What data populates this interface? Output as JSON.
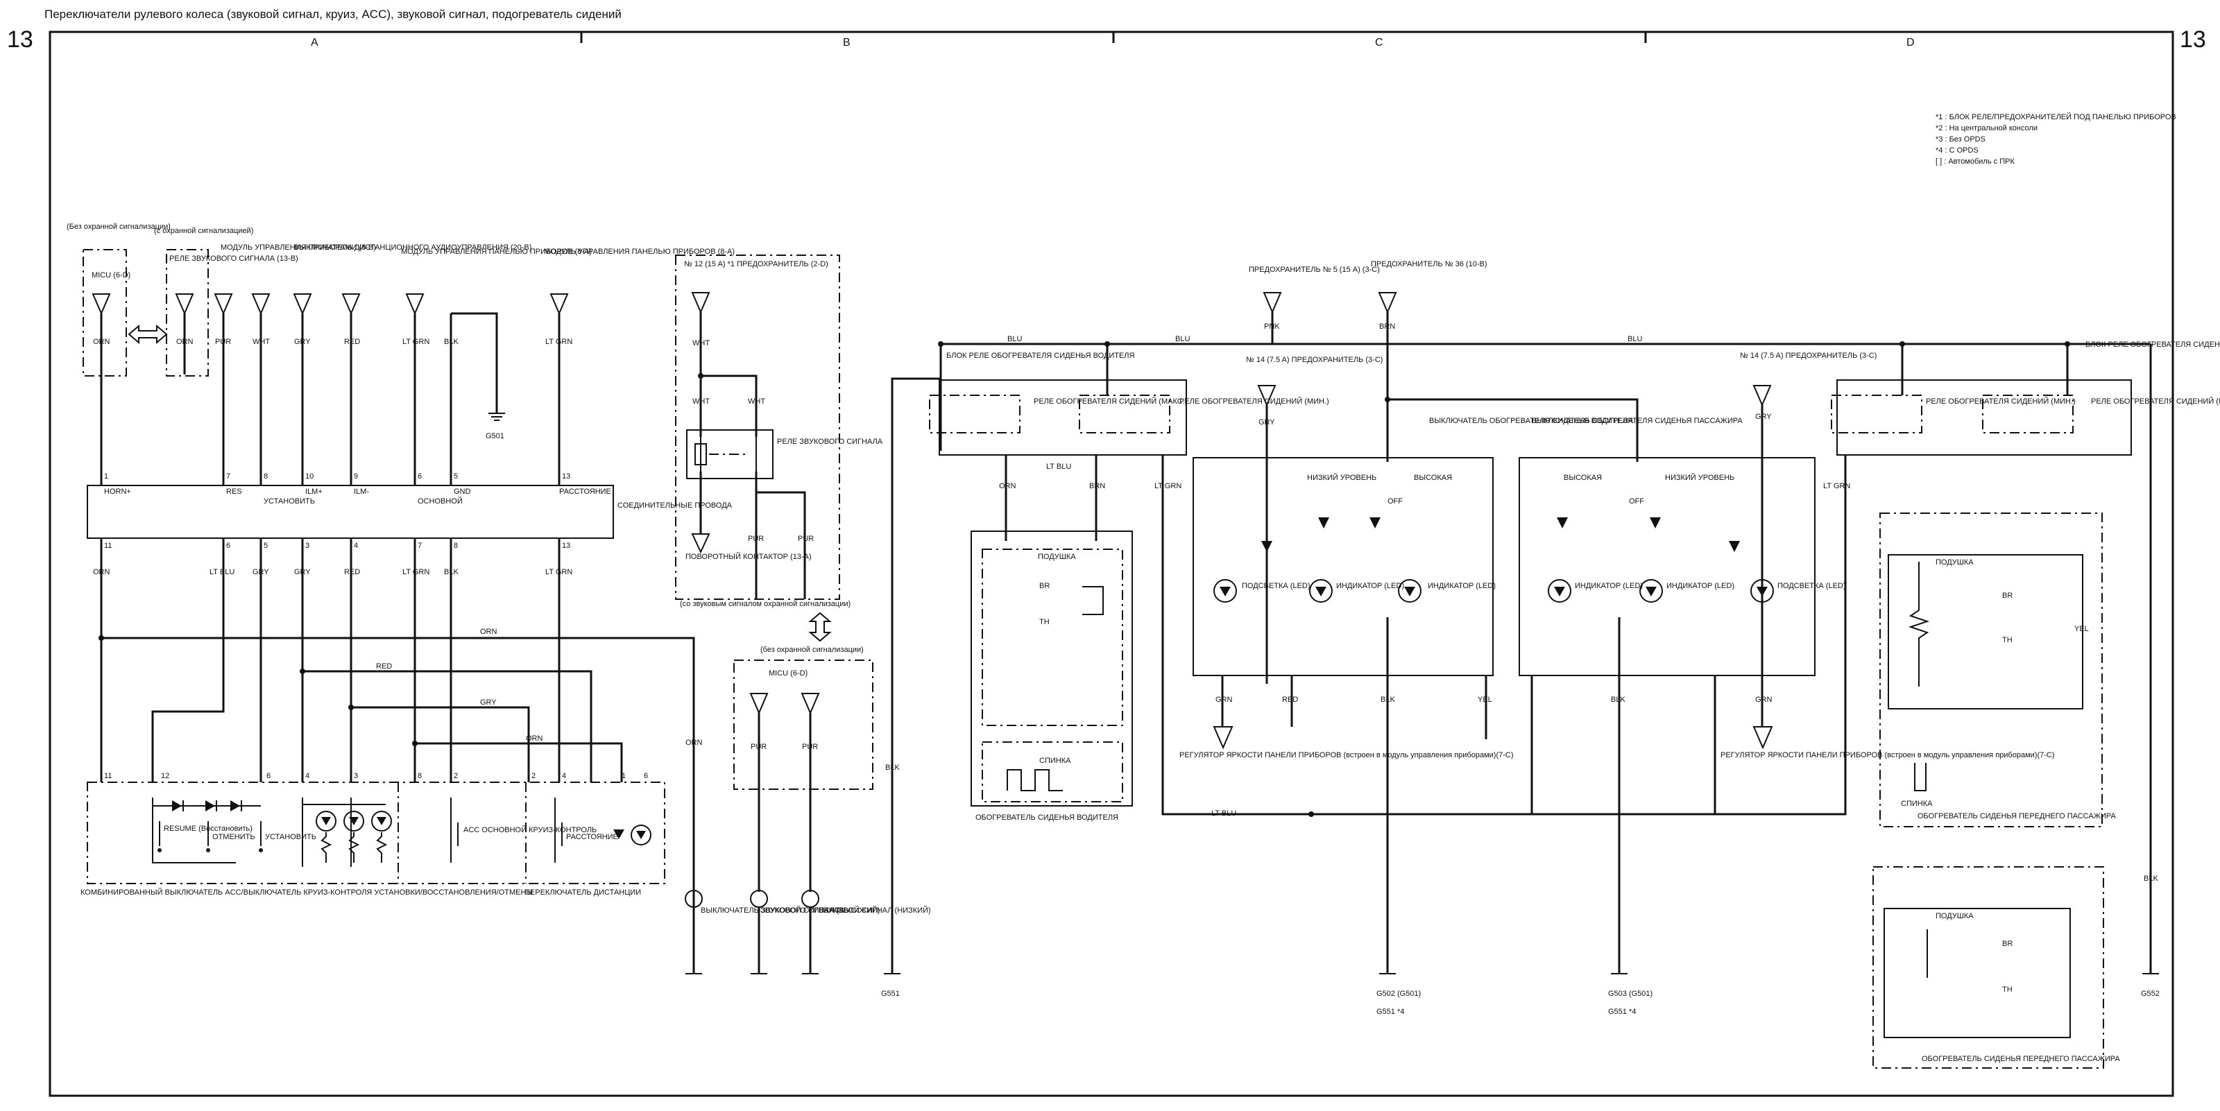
{
  "page": {
    "title": "Переключатели рулевого колеса (звуковой сигнал, круиз, ACC), звуковой сигнал, подогреватель сидений",
    "page_number": "13",
    "columns": [
      "A",
      "B",
      "C",
      "D"
    ]
  },
  "notes": [
    "*1 : БЛОК РЕЛЕ/ПРЕДОХРАНИТЕЛЕЙ ПОД ПАНЕЛЬЮ ПРИБОРОВ",
    "*2 : На центральной консоли",
    "*3 : Без OPDS",
    "*4 : С OPDS",
    "[ ] : Автомобиль с ПРК"
  ],
  "top_left": {
    "label_no_alarm": "(Без охранной сигнализации)",
    "label_with_alarm": "(с охранной сигнализацией)",
    "mcl": "MICU (6-D)",
    "horn_relay": "РЕЛЕ ЗВУКОВОГО СИГНАЛА (13-B)",
    "gauge_module": "МОДУЛЬ УПРАВЛЕНИЯ ПРИБОРАМИ (8-B)",
    "audio_remote": "ВЫКЛЮЧАТЕЛЬ ДИСТАНЦИОННОГО АУДИОУПРАВЛЕНИЯ (20-B)",
    "gauge_module_2": "МОДУЛЬ УПРАВЛЕНИЯ ПАНЕЛЬЮ ПРИБОРОВ (8-A)",
    "gauge_module_3": "МОДУЛЬ УПРАВЛЕНИЯ ПАНЕЛЬЮ ПРИБОРОВ (8-A)",
    "g501": "G501"
  },
  "connector": {
    "label": "СОЕДИНИТЕЛЬНЫЕ ПРОВОДА",
    "top_pins": [
      {
        "pin": "1",
        "name": "HORN+"
      },
      {
        "pin": "7",
        "name": "RES"
      },
      {
        "pin": "8",
        "name": "УСТАНОВИТЬ"
      },
      {
        "pin": "10",
        "name": "ILM+"
      },
      {
        "pin": "9",
        "name": "ILM-"
      },
      {
        "pin": "6",
        "name": "ОСНОВНОЙ"
      },
      {
        "pin": "5",
        "name": "GND"
      },
      {
        "pin": "13",
        "name": "РАССТОЯНИЕ"
      }
    ],
    "bottom_pins": [
      "11",
      "6",
      "5",
      "3",
      "4",
      "7",
      "8",
      "13"
    ]
  },
  "wires_left": {
    "top": [
      "ORN",
      "ORN",
      "PUR",
      "WHT",
      "GRY",
      "RED",
      "LT GRN",
      "BLK",
      "LT GRN"
    ],
    "bottom": [
      "ORN",
      "LT BLU",
      "GRY",
      "GRY",
      "RED",
      "LT GRN",
      "BLK",
      "LT GRN"
    ],
    "buses": [
      "ORN",
      "RED",
      "GRY",
      "ORN"
    ]
  },
  "cruise_switch": {
    "label": "КОМБИНИРОВАННЫЙ ВЫКЛЮЧАТЕЛЬ ACC/ВЫКЛЮЧАТЕЛЬ КРУИЗ-КОНТРОЛЯ УСТАНОВКИ/ВОССТАНОВЛЕНИЯ/ОТМЕНЫ",
    "resume": "RESUME (Восстановить)",
    "cancel": "ОТМЕНИТЬ",
    "set": "УСТАНОВИТЬ",
    "acc_main": "ACC ОСНОВНОЙ КРУИЗ-КОНТРОЛЬ",
    "distance": "РАССТОЯНИЕ",
    "distance_switch": "ПЕРЕКЛЮЧАТЕЛЬ ДИСТАНЦИИ",
    "pins": [
      "11",
      "12",
      "6",
      "4",
      "3",
      "8",
      "2",
      "2",
      "4",
      "1",
      "6"
    ]
  },
  "horn_section": {
    "fuse12": "№ 12 (15 A) *1 ПРЕДОХРАНИТЕЛЬ (2-D)",
    "horn_relay": "РЕЛЕ ЗВУКОВОГО СИГНАЛА",
    "clock_spring": "ПОВОРОТНЫЙ КОНТАКТОР (13-A)",
    "note_alarm": "(со звуковым сигналом охранной сигнализации)",
    "note_no_alarm": "(без охранной сигнализации)",
    "micu": "MICU (6-D)",
    "horn_switch": "ВЫКЛЮЧАТЕЛЬ ЗВУКОВОГО СИГНАЛА",
    "horn_high": "ЗВУКОВОЙ СИГНАЛ (ВЫСОКИЙ)",
    "horn_low": "ЗВУКОВОЙ СИГНАЛ (НИЗКИЙ)",
    "wires": [
      "WHT",
      "WHT",
      "WHT",
      "PUR",
      "PUR",
      "PUR",
      "PUR",
      "ORN"
    ]
  },
  "seat_heater": {
    "fuse5": "ПРЕДОХРАНИТЕЛЬ № 5 (15 A) (3-C)",
    "fuse36": "ПРЕДОХРАНИТЕЛЬ № 36 (10-B)",
    "fuse14a": "№ 14 (7.5 A) ПРЕДОХРАНИТЕЛЬ (3-C)",
    "fuse14b": "№ 14 (7.5 A) ПРЕДОХРАНИТЕЛЬ (3-C)",
    "driver_relay_block": "БЛОК РЕЛЕ ОБОГРЕВАТЕЛЯ СИДЕНЬЯ ВОДИТЕЛЯ",
    "pass_relay_block": "БЛОК РЕЛЕ ОБОГРЕВАТЕЛЯ СИДЕНЬЯ ПАССАЖИРА",
    "relay_max": "РЕЛЕ ОБОГРЕВАТЕЛЯ СИДЕНИЙ (МАКС.)",
    "relay_min": "РЕЛЕ ОБОГРЕВАТЕЛЯ СИДЕНИЙ (МИН.)",
    "driver_switch": "ВЫКЛЮЧАТЕЛЬ ОБОГРЕВАТЕЛЯ СИДЕНЬЯ ВОДИТЕЛЯ",
    "pass_switch": "ВЫКЛЮЧАТЕЛЬ ОБОГРЕВАТЕЛЯ СИДЕНЬЯ ПАССАЖИРА",
    "low": "НИЗКИЙ УРОВЕНЬ",
    "high": "ВЫСОКАЯ",
    "off": "OFF",
    "backlight": "ПОДСВЕТКА (LED)",
    "indicator": "ИНДИКАТОР (LED)",
    "cushion": "ПОДУШКА",
    "back": "СПИНКА",
    "driver_heater": "ОБОГРЕВАТЕЛЬ СИДЕНЬЯ ВОДИТЕЛЯ",
    "pass_heater": "ОБОГРЕВАТЕЛЬ СИДЕНЬЯ ПЕРЕДНЕГО ПАССАЖИРА",
    "dimmer": "РЕГУЛЯТОР ЯРКОСТИ ПАНЕЛИ ПРИБОРОВ (встроен в модуль управления приборами)(7-C)",
    "br": "BR",
    "th": "TH",
    "wires": [
      "BLU",
      "PNK",
      "BRN",
      "GRY",
      "ORN",
      "BRN",
      "LT BLU",
      "LT GRN",
      "GRN",
      "RED",
      "BLK",
      "YEL",
      "BLK",
      "YEL"
    ],
    "grounds": [
      "G551",
      "G502 (G501)",
      "G551 *4",
      "G503 (G501)",
      "G551 *4",
      "G552"
    ]
  }
}
